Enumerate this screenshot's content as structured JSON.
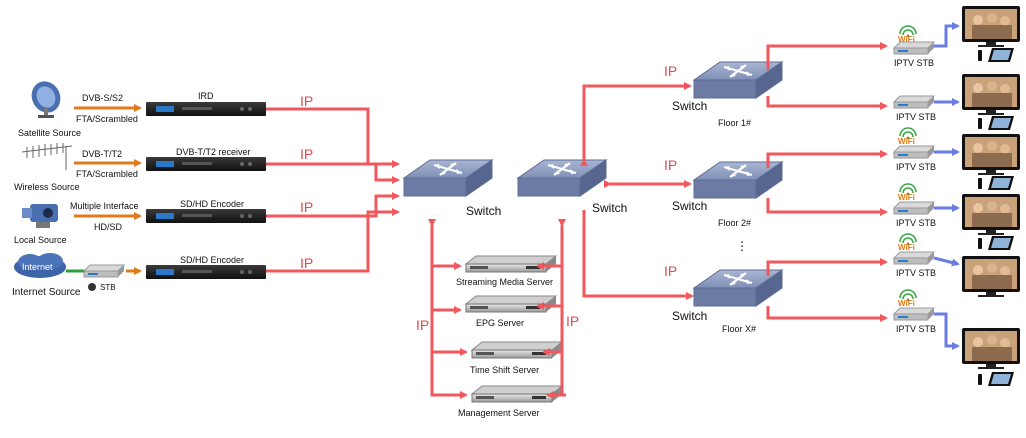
{
  "sources": [
    {
      "name": "Satellite Source",
      "signal": "DVB-S/S2",
      "mode": "FTA/Scrambled",
      "device": "IRD",
      "icon": "satellite-dish-icon"
    },
    {
      "name": "Wireless Source",
      "signal": "DVB-T/T2",
      "mode": "FTA/Scrambled",
      "device": "DVB-T/T2 receiver",
      "icon": "antenna-icon"
    },
    {
      "name": "Local Source",
      "signal": "Multiple Interface",
      "mode": "HD/SD",
      "device": "SD/HD Encoder",
      "icon": "camera-icon"
    },
    {
      "name": "Internet Source",
      "signal": "",
      "mode": "",
      "device": "SD/HD Encoder",
      "icon": "internet-cloud-icon",
      "stb": "STB"
    }
  ],
  "ip_label": "IP",
  "switch_label": "Switch",
  "servers": [
    "Streaming Media Server",
    "EPG Server",
    "Time Shift Server",
    "Management Server"
  ],
  "floors": [
    "Floor 1#",
    "Floor 2#",
    "Floor X#"
  ],
  "stb_label": "IPTV STB",
  "wifi_label": "WiFi",
  "colors": {
    "ip_line": "#f0585e",
    "source_line": "#e07b1a",
    "internet_line": "#2e9e3e",
    "tv_line": "#6b7de0",
    "switch": "#7f8fb5"
  }
}
